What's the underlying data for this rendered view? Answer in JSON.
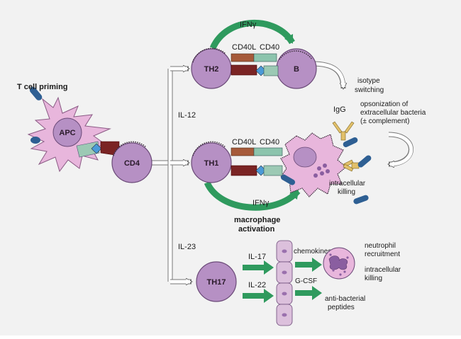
{
  "labels": {
    "t_cell_priming": "T cell priming",
    "apc": "APC",
    "cd4": "CD4",
    "il12": "IL-12",
    "il23": "IL-23",
    "th2": "TH2",
    "b": "B",
    "th1": "TH1",
    "th17": "TH17",
    "ifng_top": "IFNγ",
    "ifng_bottom": "IFNγ",
    "cd40l_top": "CD40L",
    "cd40_top": "CD40",
    "cd40l_mid": "CD40L",
    "cd40_mid": "CD40",
    "isotype_switching_1": "isotype",
    "isotype_switching_2": "switching",
    "igg": "IgG",
    "opson_1": "opsonization of",
    "opson_2": "extracellular bacteria",
    "opson_3": "(± complement)",
    "intracellular_killing_1": "intracellular",
    "intracellular_killing_2": "killing",
    "macrophage_1": "macrophage",
    "macrophage_2": "activation",
    "il17": "IL-17",
    "il22": "IL-22",
    "chemokines": "chemokines",
    "gcsf": "G-CSF",
    "antibact_1": "anti-bacterial",
    "antibact_2": "peptides",
    "neutrophil_1": "neutrophil",
    "neutrophil_2": "recruitment",
    "neut_intra_1": "intracellular",
    "neut_intra_2": "killing"
  },
  "colors": {
    "background": "#f2f2f2",
    "cell_fill": "#b690c4",
    "cell_inner": "#9a70ad",
    "apc_fill": "#e8b6dc",
    "bacteria": "#2e5f93",
    "green_arrow": "#2f9a5e",
    "tcr_dark_red": "#7a2424",
    "cd40l_brown": "#a65a3a",
    "cd40_teal": "#8cc4ad",
    "mhc_teal": "#9cc9b4",
    "antigen_blue": "#4b9ad8",
    "igg_yellow": "#e2c06a",
    "epithelial": "#dcc0dc"
  }
}
